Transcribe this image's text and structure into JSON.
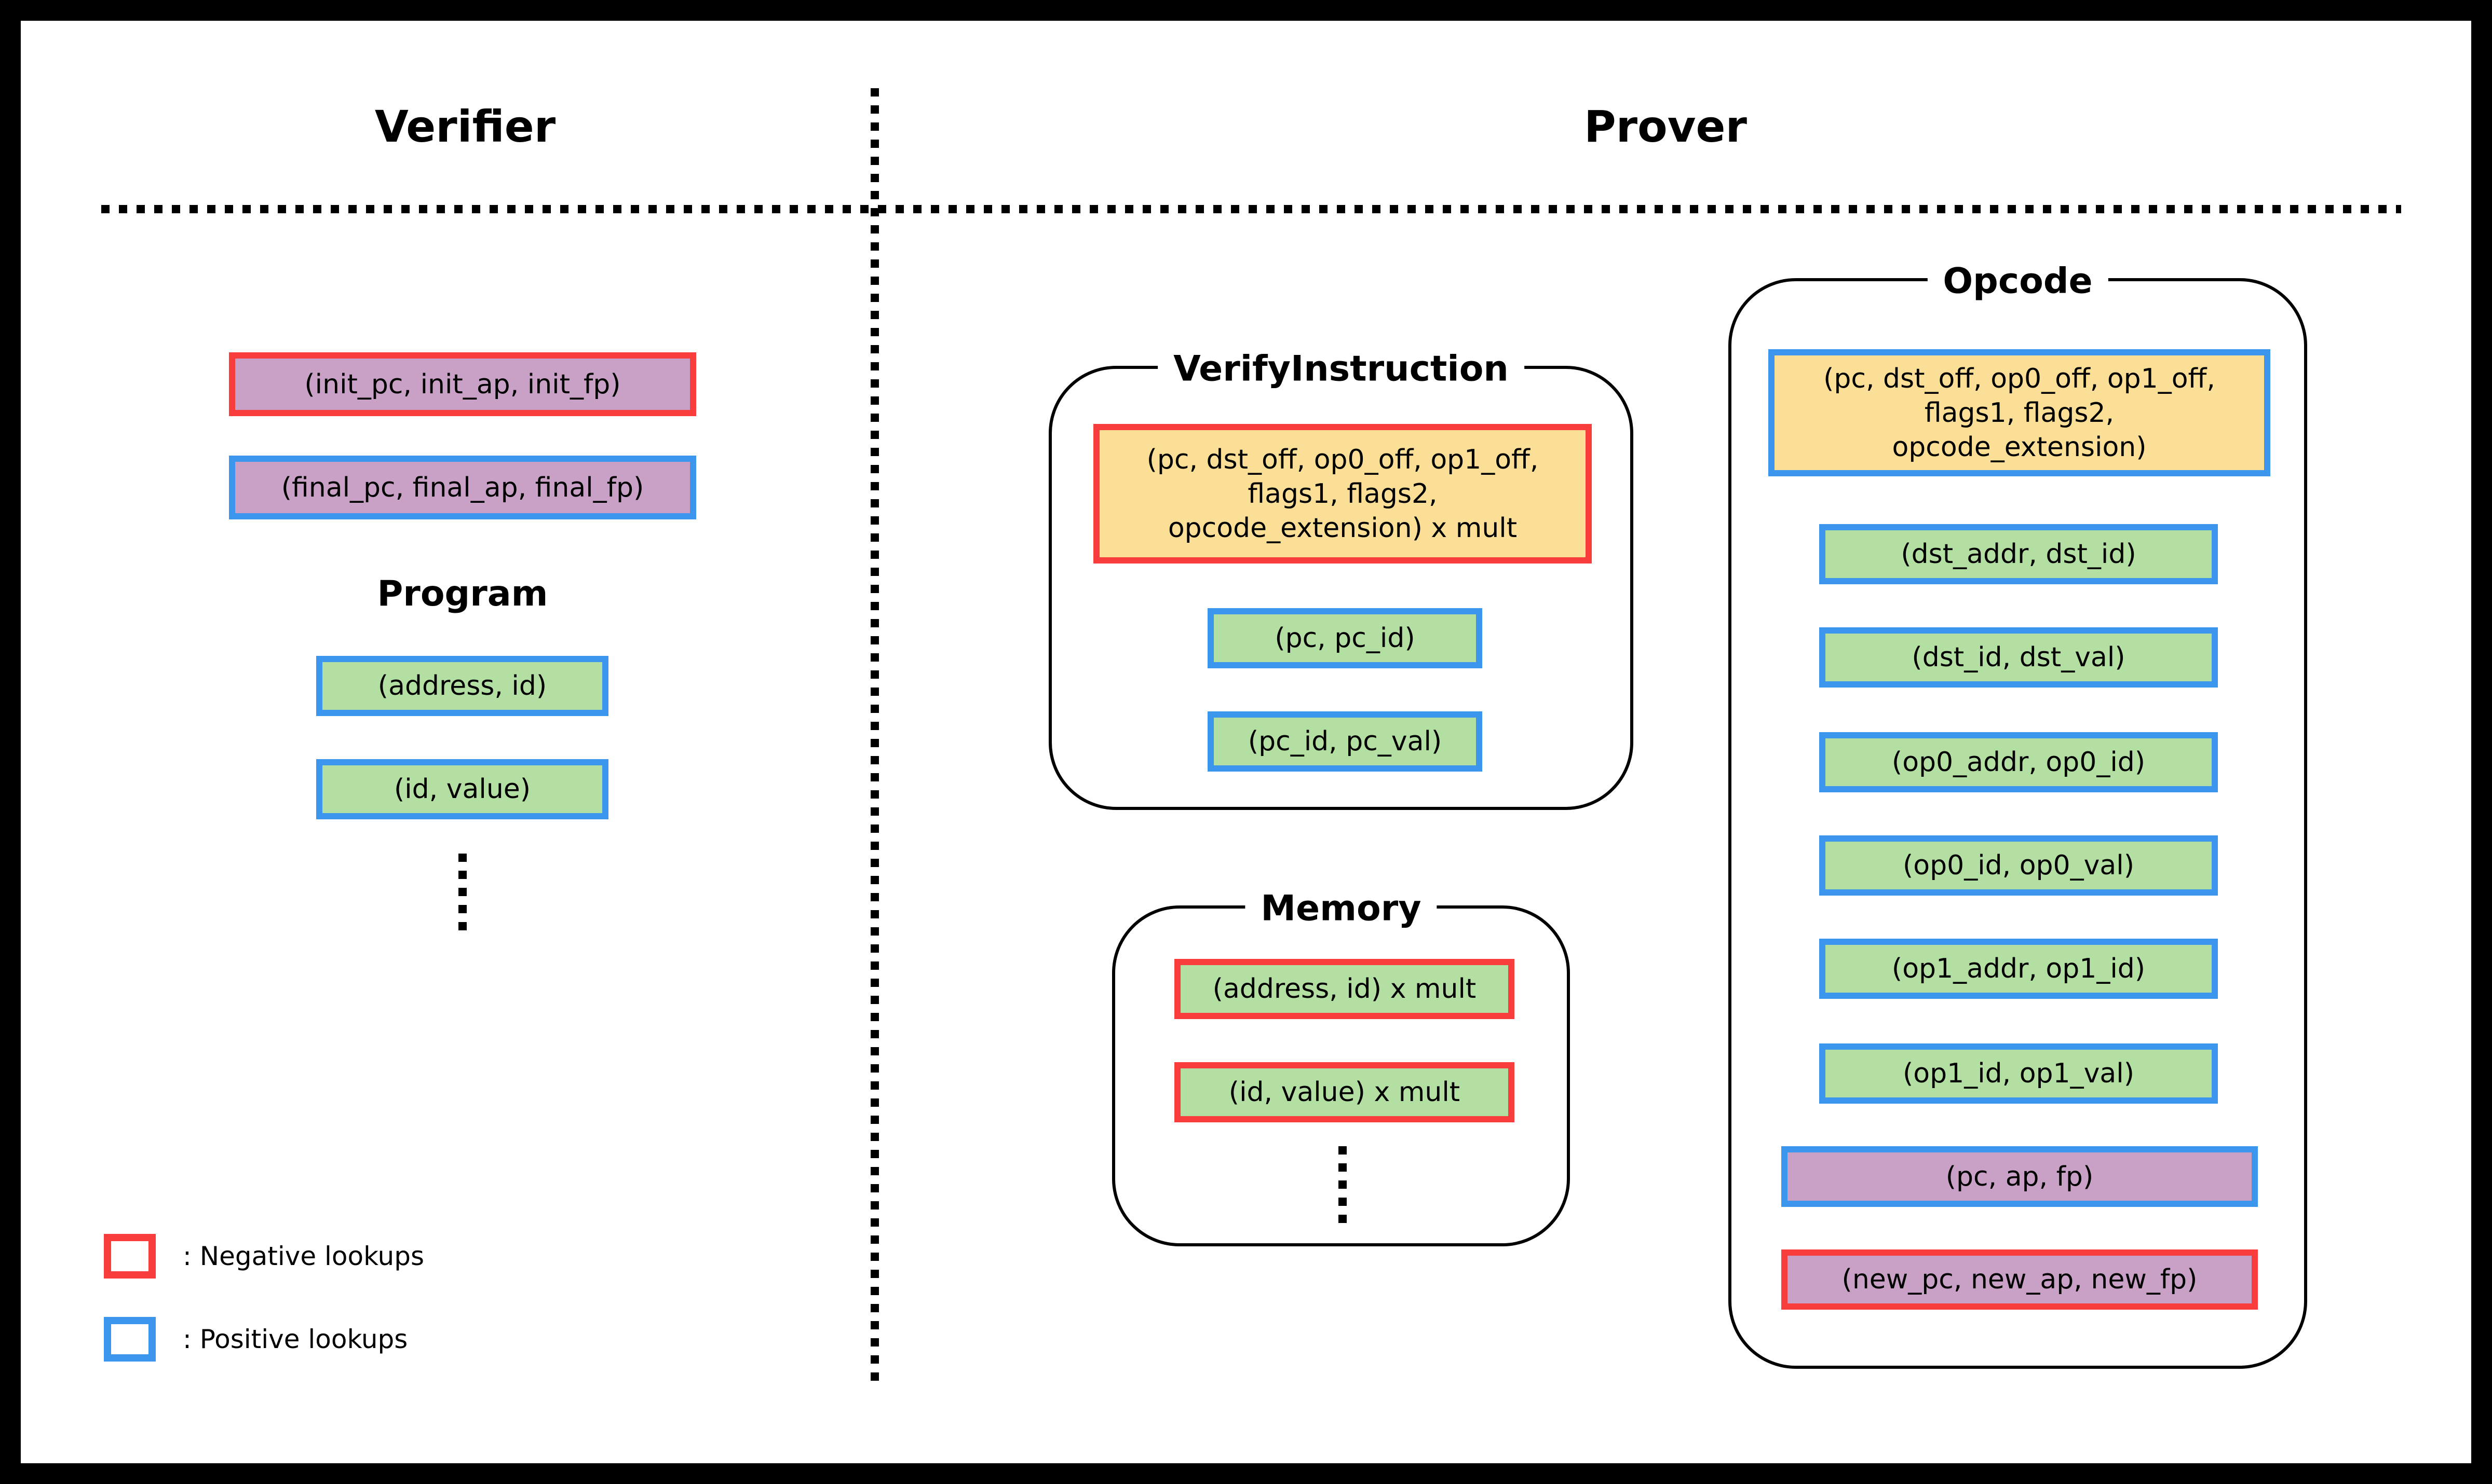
{
  "colors": {
    "red": "#f93d3d",
    "blue": "#3c96ee",
    "green": "#b3dfa2",
    "purple": "#c9a1c6",
    "yellow": "#fcdf96"
  },
  "verifier": {
    "title": "Verifier",
    "init_box": "(init_pc, init_ap, init_fp)",
    "final_box": "(final_pc, final_ap, final_fp)",
    "program_title": "Program",
    "program_boxes": [
      "(address, id)",
      "(id, value)"
    ]
  },
  "prover": {
    "title": "Prover",
    "verify_instruction": {
      "title": "VerifyInstruction",
      "instruction_box": "(pc, dst_off, op0_off, op1_off,\nflags1, flags2,\nopcode_extension) x mult",
      "pc_box": "(pc, pc_id)",
      "pc_val_box": "(pc_id, pc_val)"
    },
    "memory": {
      "title": "Memory",
      "address_box": "(address, id) x mult",
      "value_box": "(id, value) x mult"
    },
    "opcode": {
      "title": "Opcode",
      "instruction_box": "(pc, dst_off, op0_off, op1_off,\nflags1, flags2,\nopcode_extension)",
      "boxes": [
        "(dst_addr, dst_id)",
        "(dst_id, dst_val)",
        "(op0_addr, op0_id)",
        "(op0_id, op0_val)",
        "(op1_addr, op1_id)",
        "(op1_id, op1_val)"
      ],
      "pc_ap_fp_box": "(pc, ap, fp)",
      "new_box": "(new_pc, new_ap, new_fp)"
    }
  },
  "legend": {
    "negative": ": Negative lookups",
    "positive": ": Positive lookups"
  }
}
